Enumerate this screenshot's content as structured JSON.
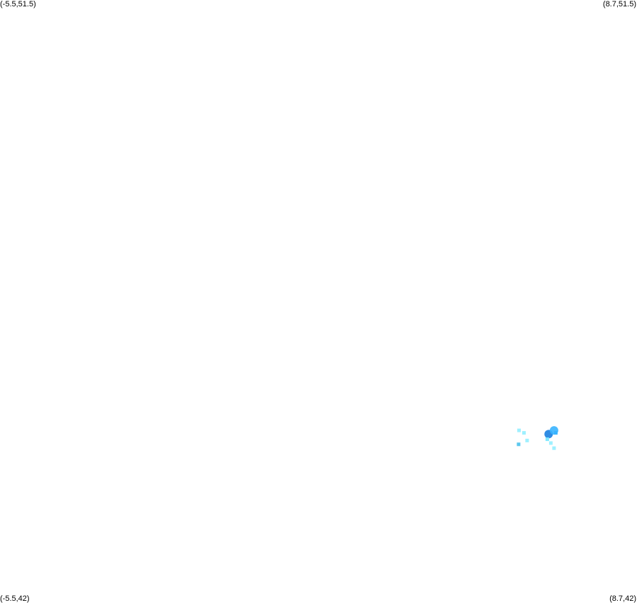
{
  "map": {
    "bounds": {
      "lon_min": -5.5,
      "lon_max": 8.7,
      "lat_min": 42,
      "lat_max": 51.5
    },
    "corners": {
      "top_left": "(-5.5,51.5)",
      "top_right": "(8.7,51.5)",
      "bottom_left": "(-5.5,42)",
      "bottom_right": "(8.7,42)"
    },
    "points": [
      {
        "lon": 6.07,
        "lat": 44.72,
        "color": "#9ff0ff",
        "kind": "square"
      },
      {
        "lon": 6.18,
        "lat": 44.68,
        "color": "#9ff0ff",
        "kind": "square"
      },
      {
        "lon": 6.25,
        "lat": 44.56,
        "color": "#9ff0ff",
        "kind": "square"
      },
      {
        "lon": 6.06,
        "lat": 44.5,
        "color": "#5cc8ee",
        "kind": "square"
      },
      {
        "lon": 6.73,
        "lat": 44.66,
        "color": "#1a7fe0",
        "kind": "blob"
      },
      {
        "lon": 6.85,
        "lat": 44.72,
        "color": "#38b4ff",
        "kind": "blob"
      },
      {
        "lon": 6.89,
        "lat": 44.68,
        "color": "#38b4ff",
        "kind": "square"
      },
      {
        "lon": 6.7,
        "lat": 44.58,
        "color": "#7fe8ff",
        "kind": "square"
      },
      {
        "lon": 6.78,
        "lat": 44.52,
        "color": "#9ff0ff",
        "kind": "square"
      },
      {
        "lon": 6.85,
        "lat": 44.44,
        "color": "#9ff0ff",
        "kind": "square"
      }
    ]
  }
}
